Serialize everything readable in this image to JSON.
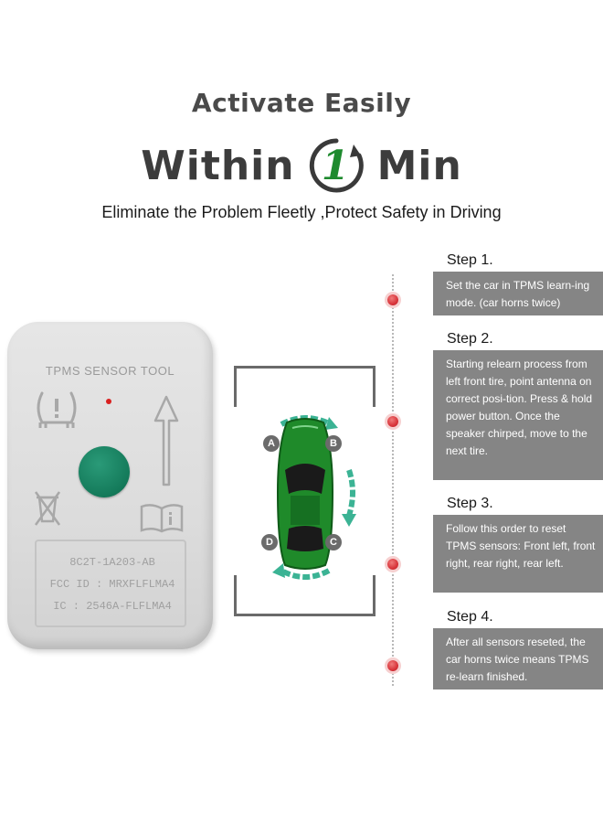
{
  "header": {
    "line1": "Activate Easily",
    "line2_left": "Within",
    "line2_number": "1",
    "line2_right": "Min",
    "subtitle": "Eliminate the Problem Fleetly ,Protect Safety in Driving"
  },
  "device": {
    "label": "TPMS SENSOR TOOL",
    "plate_lines": [
      "8C2T-1A203-AB",
      "FCC ID : MRXFLFLMA4",
      "IC : 2546A-FLFLMA4"
    ],
    "button_color": "#147a5a",
    "led_color": "#d9201f"
  },
  "car": {
    "body_color": "#1f8a2a",
    "arrow_color": "#3bb394",
    "tires": [
      "A",
      "B",
      "C",
      "D"
    ]
  },
  "steps": [
    {
      "title": "Step 1.",
      "text": "Set the car in TPMS learn-ing mode. (car horns twice)"
    },
    {
      "title": "Step 2.",
      "text": "Starting relearn process from left front tire, point antenna on correct posi-tion. Press & hold power button. Once the speaker chirped, move to the next tire."
    },
    {
      "title": "Step 3.",
      "text": "Follow this order to reset TPMS sensors: Front left, front right, rear right, rear left."
    },
    {
      "title": "Step 4.",
      "text": "After all sensors reseted, the car horns twice means TPMS re-learn finished."
    }
  ],
  "colors": {
    "step_box": "#858585",
    "timeline_dot": "#d8343a"
  }
}
